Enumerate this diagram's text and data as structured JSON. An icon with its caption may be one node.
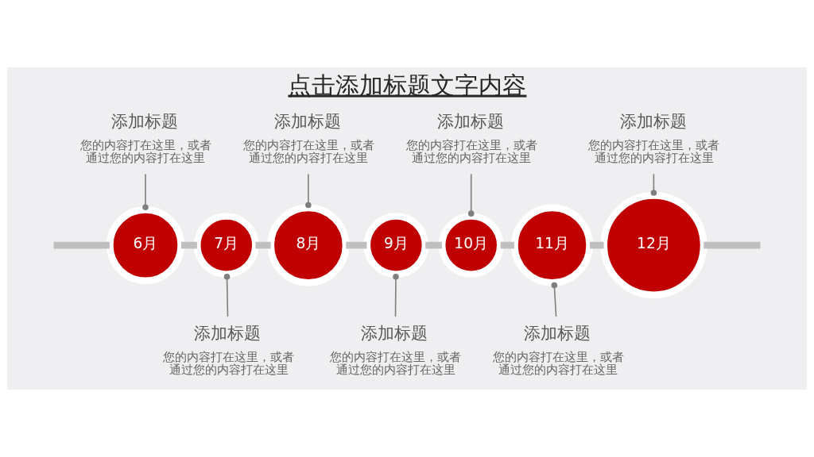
{
  "diagram": {
    "title": "点击添加标题文字内容",
    "nodes": [
      {
        "text": [
          "6月"
        ]
      },
      {
        "text": [
          "7月"
        ]
      },
      {
        "text": [
          "8月"
        ]
      },
      {
        "text": [
          "9月"
        ]
      },
      {
        "text": [
          "10月"
        ]
      },
      {
        "text": [
          "11月"
        ]
      },
      {
        "text": [
          "12月"
        ]
      },
      {
        "text": [
          "添加标题",
          "您的内容打在这里，或者通过您的内容打在这里"
        ]
      },
      {
        "text": [
          "添加标题",
          "您的内容打在这里，或者通过您的内容打在这里"
        ]
      },
      {
        "text": [
          "添加标题",
          "您的内容打在这里，或者通过您的内容打在这里"
        ]
      },
      {
        "text": [
          "添加标题",
          "您的内容打在这里，或者通过您的内容打在这里"
        ]
      },
      {
        "text": [
          "添加标题",
          "您的内容打在这里，或者通过您的内容打在这里"
        ]
      },
      {
        "text": [
          "添加标题",
          "您的内容打在这里，或者通过您的内容打在这里"
        ]
      },
      {
        "text": [
          "添加标题",
          "您的内容打在这里，或者通过您的内容打在这里"
        ]
      }
    ],
    "edges": [
      {
        "from": null,
        "to": 0,
        "arrow": "none"
      },
      {
        "from": 0,
        "to": 1,
        "arrow": "none"
      },
      {
        "from": 1,
        "to": 2,
        "arrow": "none"
      },
      {
        "from": 2,
        "to": 3,
        "arrow": "none"
      },
      {
        "from": 3,
        "to": 4,
        "arrow": "none"
      },
      {
        "from": 4,
        "to": 5,
        "arrow": "none"
      },
      {
        "from": 5,
        "to": 6,
        "arrow": "none"
      },
      {
        "from": 6,
        "to": null,
        "arrow": "none"
      },
      {
        "from": 7,
        "to": 0,
        "arrow": "other",
        "color": "#7f7f7f"
      },
      {
        "from": 8,
        "to": 1,
        "arrow": "other",
        "color": "#7f7f7f"
      },
      {
        "from": 9,
        "to": 2,
        "arrow": "other",
        "color": "#7f7f7f"
      },
      {
        "from": 10,
        "to": 3,
        "arrow": "other",
        "color": "#7f7f7f"
      },
      {
        "from": 11,
        "to": 4,
        "arrow": "other",
        "color": "#7f7f7f"
      },
      {
        "from": 12,
        "to": 5,
        "arrow": "other",
        "color": "#7f7f7f"
      },
      {
        "from": 13,
        "to": 6,
        "arrow": "other",
        "color": "#7f7f7f"
      }
    ]
  }
}
